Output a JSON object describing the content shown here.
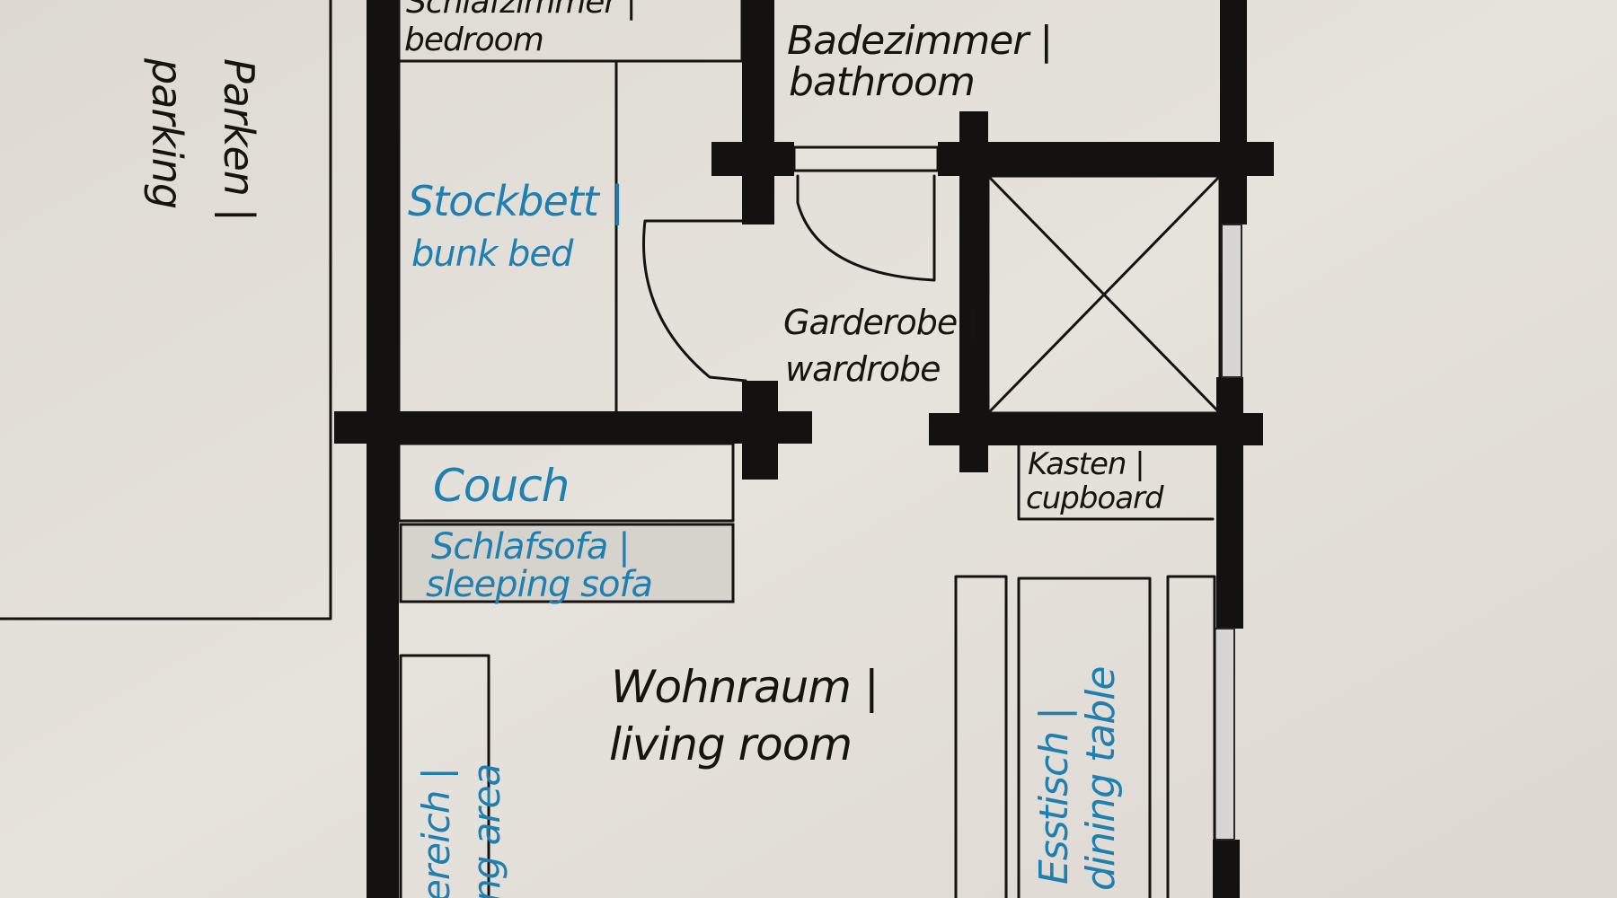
{
  "colors": {
    "paper": "#e4e0da",
    "wall": "#141210",
    "ink_black": "#16140f",
    "ink_blue": "#1f7fb0"
  },
  "labels": {
    "parking_de": "Parken |",
    "parking_en": "parking",
    "bedroom_de": "Schlafzimmer |",
    "bedroom_en": "bedroom",
    "bathroom_de": "Badezimmer |",
    "bathroom_en": "bathroom",
    "bunk_bed_de": "Stockbett |",
    "bunk_bed_en": "bunk bed",
    "wardrobe_de": "Garderobe |",
    "wardrobe_en": "wardrobe",
    "couch": "Couch",
    "sofa_de": "Schlafsofa |",
    "sofa_en": "sleeping sofa",
    "cupboard_de": "Kasten |",
    "cupboard_en": "cupboard",
    "living_de": "Wohnraum |",
    "living_en": "living room",
    "sleeping_area_de": "ereich |",
    "sleeping_area_en": "ng area",
    "dining_de": "Esstisch |",
    "dining_en": "dining table"
  }
}
